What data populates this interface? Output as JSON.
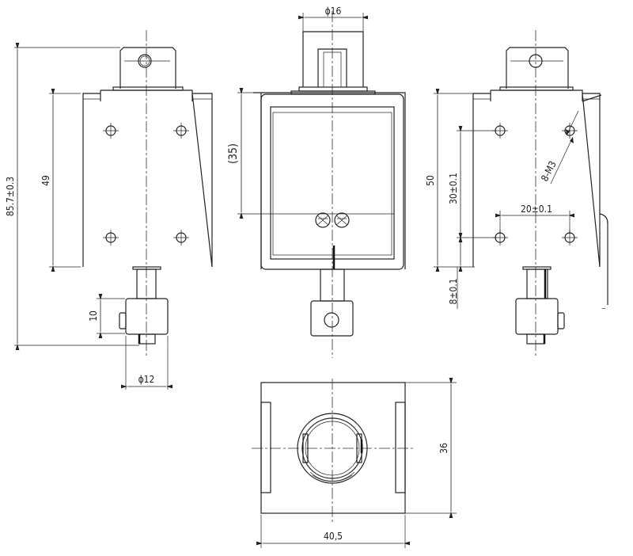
{
  "drawing": {
    "dimensions": {
      "phi16": "ϕ16",
      "len35": "(35)",
      "overall_length": "85.7±0.3",
      "body_height_left": "49",
      "nut_height": "10",
      "phi12": "ϕ12",
      "body_height_right": "50",
      "hole_spacing_v": "30±0.1",
      "hole_spacing_h": "20±0.1",
      "thread_spec": "8-M3",
      "hole_offset": "8±0.1",
      "width_36": "36",
      "width_40_5": "40,5"
    }
  }
}
